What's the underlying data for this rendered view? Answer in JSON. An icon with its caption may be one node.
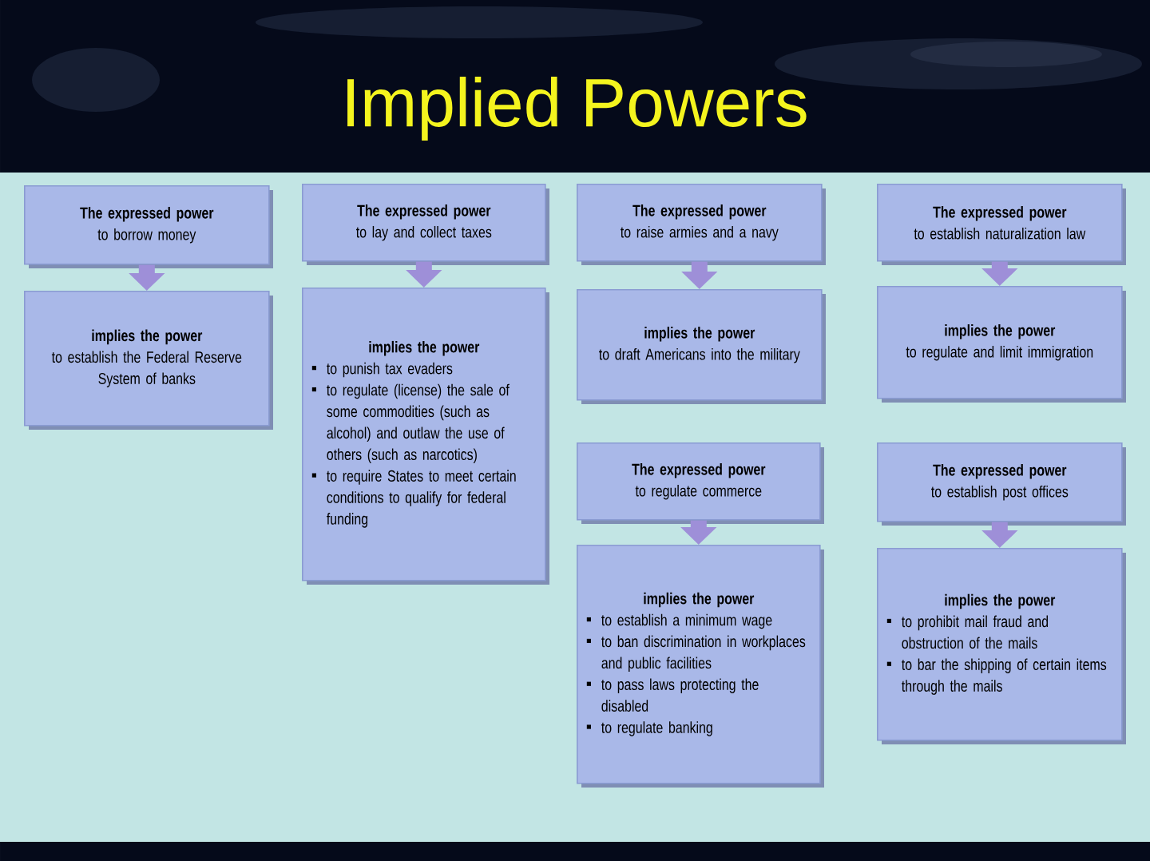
{
  "diagram": {
    "title": "Implied Powers",
    "nodes": [
      {
        "text": [
          "The expressed power",
          "to borrow money"
        ]
      },
      {
        "text": [
          "implies the power",
          "to establish the Federal Reserve System of banks"
        ]
      },
      {
        "text": [
          "The expressed power",
          "to lay and collect taxes"
        ]
      },
      {
        "text": [
          "implies the power",
          "to punish tax evaders",
          "to regulate (license) the sale of some commodities (such as alcohol) and outlaw the use of others (such as narcotics)",
          "to require States to meet certain conditions to qualify for federal funding"
        ]
      },
      {
        "text": [
          "The expressed power",
          "to raise armies and a navy"
        ]
      },
      {
        "text": [
          "implies the power",
          "to draft Americans into the military"
        ]
      },
      {
        "text": [
          "The expressed power",
          "to establish naturalization law"
        ]
      },
      {
        "text": [
          "implies the power",
          "to regulate and limit immigration"
        ]
      },
      {
        "text": [
          "The expressed power",
          "to regulate commerce"
        ]
      },
      {
        "text": [
          "implies the power",
          "to establish a minimum wage",
          "to ban discrimination in workplaces and public facilities",
          "to pass laws protecting the disabled",
          "to regulate banking"
        ]
      },
      {
        "text": [
          "The expressed power",
          "to establish post offices"
        ]
      },
      {
        "text": [
          "implies the power",
          "to prohibit mail fraud and obstruction of the mails",
          "to bar the shipping of certain items through the mails"
        ]
      }
    ],
    "edges": [
      {
        "from": 0,
        "to": 1,
        "arrow": "to"
      },
      {
        "from": 2,
        "to": 3,
        "arrow": "to"
      },
      {
        "from": 4,
        "to": 5,
        "arrow": "to"
      },
      {
        "from": 6,
        "to": 7,
        "arrow": "to"
      },
      {
        "from": 8,
        "to": 9,
        "arrow": "to"
      },
      {
        "from": 10,
        "to": 11,
        "arrow": "to"
      }
    ]
  }
}
